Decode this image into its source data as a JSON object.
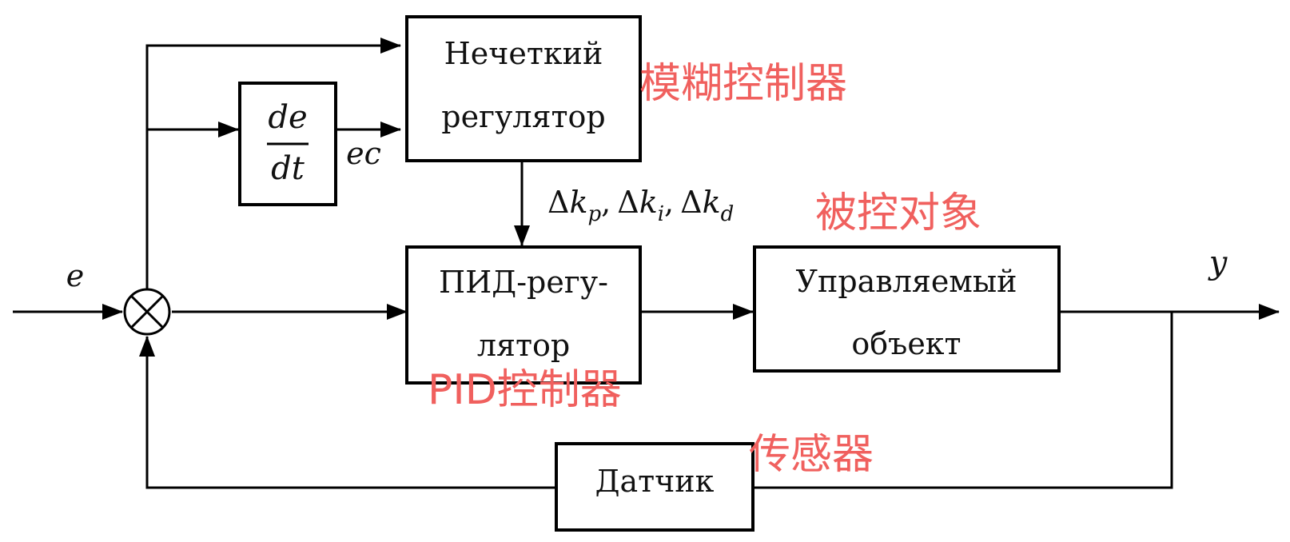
{
  "colors": {
    "line": "#000000",
    "annotation": "#f0605e",
    "background": "#ffffff"
  },
  "blocks": {
    "fuzzy": {
      "line1": "Нечеткий",
      "line2": "регулятор"
    },
    "derivative": {
      "numerator": "de",
      "denominator": "dt"
    },
    "pid": {
      "line1": "ПИД-регу-",
      "line2": "лятор"
    },
    "plant": {
      "line1": "Управляемый",
      "line2": "объект"
    },
    "sensor": {
      "label": "Датчик"
    }
  },
  "signals": {
    "error": "e",
    "error_change": "ec",
    "output": "y",
    "gains": {
      "delta": "Δ",
      "k": "k",
      "p": "p",
      "i": "i",
      "d": "d",
      "sep": ","
    }
  },
  "annotations": {
    "fuzzy": "模糊控制器",
    "pid": "PID控制器",
    "plant": "被控对象",
    "sensor": "传感器"
  },
  "icons": {
    "summing_junction": "summing-junction-icon"
  }
}
